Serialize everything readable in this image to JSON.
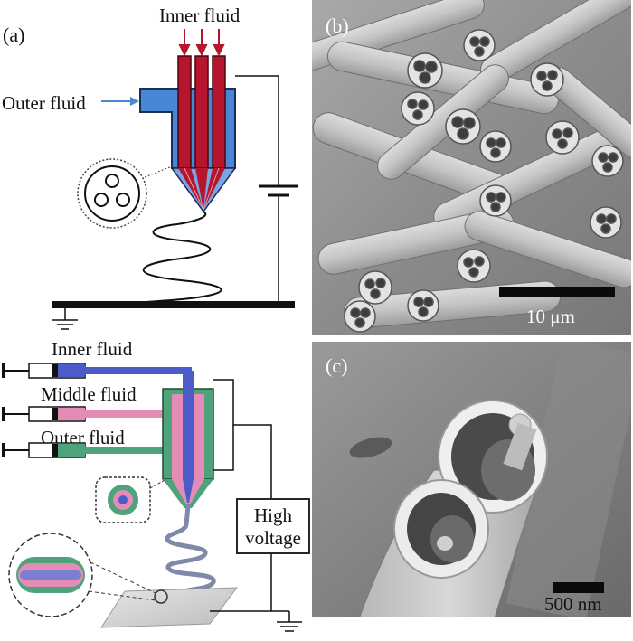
{
  "panel_a": {
    "label": "(a)",
    "inner_fluid": "Inner fluid",
    "outer_fluid": "Outer fluid"
  },
  "panel_b": {
    "label": "(b)",
    "scale_bar": "10 μm"
  },
  "panel_c": {
    "label": "(c)",
    "scale_bar": "500 nm"
  },
  "lower_schematic": {
    "inner_fluid": "Inner fluid",
    "middle_fluid": "Middle fluid",
    "outer_fluid": "Outer fluid",
    "high_voltage_line1": "High",
    "high_voltage_line2": "voltage"
  },
  "colors": {
    "needle_red": "#b5152d",
    "outer_blue": "#4a86d6",
    "inner_blue": "#4b5cc9",
    "middle_pink": "#e58cb6",
    "outer_green": "#4fa37b",
    "sem_gray": "#8f8f8f"
  }
}
